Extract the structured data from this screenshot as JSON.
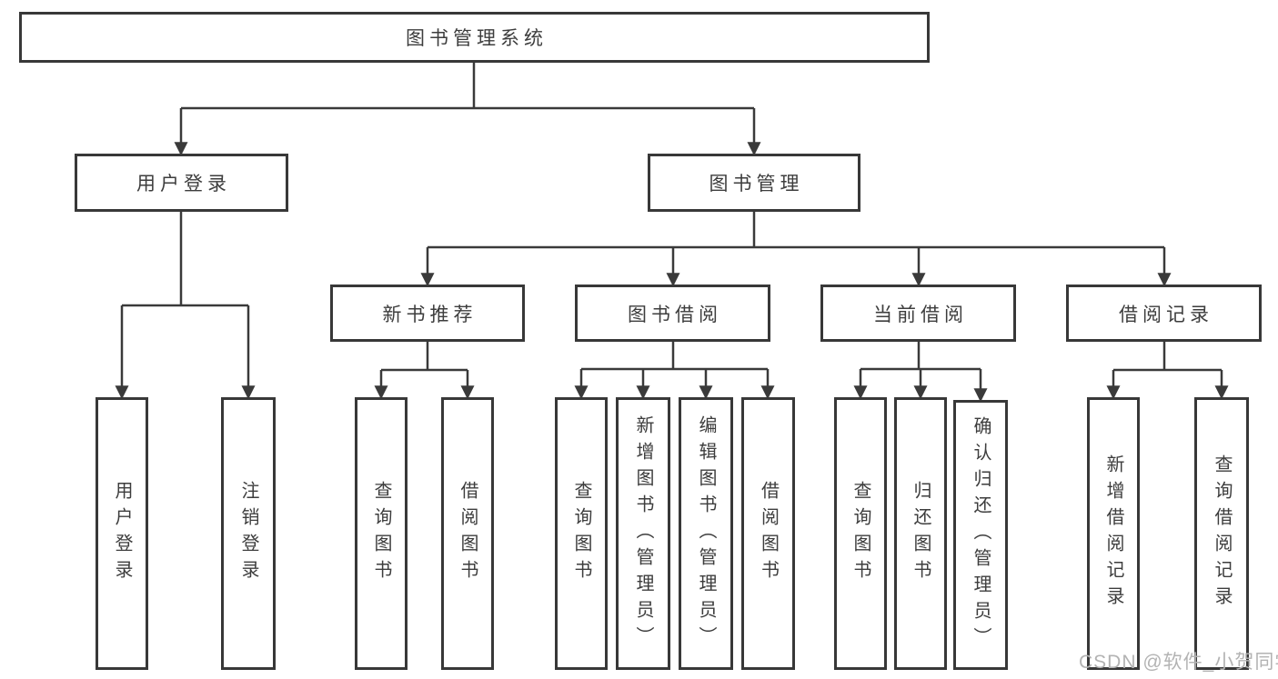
{
  "tree": {
    "root": {
      "label": "图书管理系统"
    },
    "branches": [
      {
        "label": "用户登录",
        "leaves": [
          {
            "label": "用户登录"
          },
          {
            "label": "注销登录"
          }
        ]
      },
      {
        "label": "图书管理",
        "groups": [
          {
            "label": "新书推荐",
            "leaves": [
              {
                "label": "查询图书"
              },
              {
                "label": "借阅图书"
              }
            ]
          },
          {
            "label": "图书借阅",
            "leaves": [
              {
                "label": "查询图书"
              },
              {
                "label": "新增图书（管理员）"
              },
              {
                "label": "编辑图书（管理员）"
              },
              {
                "label": "借阅图书"
              }
            ]
          },
          {
            "label": "当前借阅",
            "leaves": [
              {
                "label": "查询图书"
              },
              {
                "label": "归还图书"
              },
              {
                "label": "确认归还（管理员）"
              }
            ]
          },
          {
            "label": "借阅记录",
            "leaves": [
              {
                "label": "新增借阅记录"
              },
              {
                "label": "查询借阅记录"
              }
            ]
          }
        ]
      }
    ]
  },
  "watermark": {
    "text": "CSDN @软件_小贺同学"
  },
  "colors": {
    "box_border": "#383838",
    "connector": "#3a3a3a",
    "text": "#3d3d3d",
    "watermark_text": "#b3b3b3",
    "background": "#ffffff"
  }
}
